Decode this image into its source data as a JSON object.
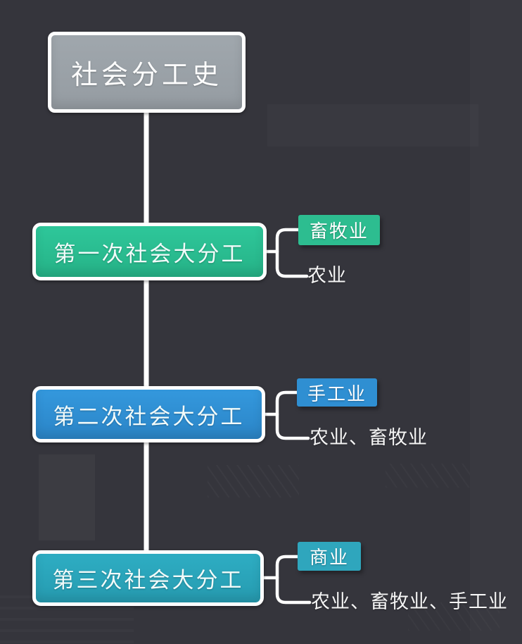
{
  "diagram": {
    "background_color": "#35353c",
    "connector_color": "#ffffff",
    "root": {
      "label": "社会分工史",
      "color": "#9aa1a7",
      "text_color": "#ffffff"
    },
    "nodes": [
      {
        "label": "第一次社会大分工",
        "color": "#2abd8f",
        "sub_highlight": {
          "label": "畜牧业",
          "color": "#2dbd90"
        },
        "sub_plain": {
          "label": "农业"
        }
      },
      {
        "label": "第二次社会大分工",
        "color": "#3090d5",
        "sub_highlight": {
          "label": "手工业",
          "color": "#2f8fd2"
        },
        "sub_plain": {
          "label": "农业、畜牧业"
        }
      },
      {
        "label": "第三次社会大分工",
        "color": "#2ba7bc",
        "sub_highlight": {
          "label": "商业",
          "color": "#2fa6bd"
        },
        "sub_plain": {
          "label": "农业、畜牧业、手工业"
        }
      }
    ]
  }
}
